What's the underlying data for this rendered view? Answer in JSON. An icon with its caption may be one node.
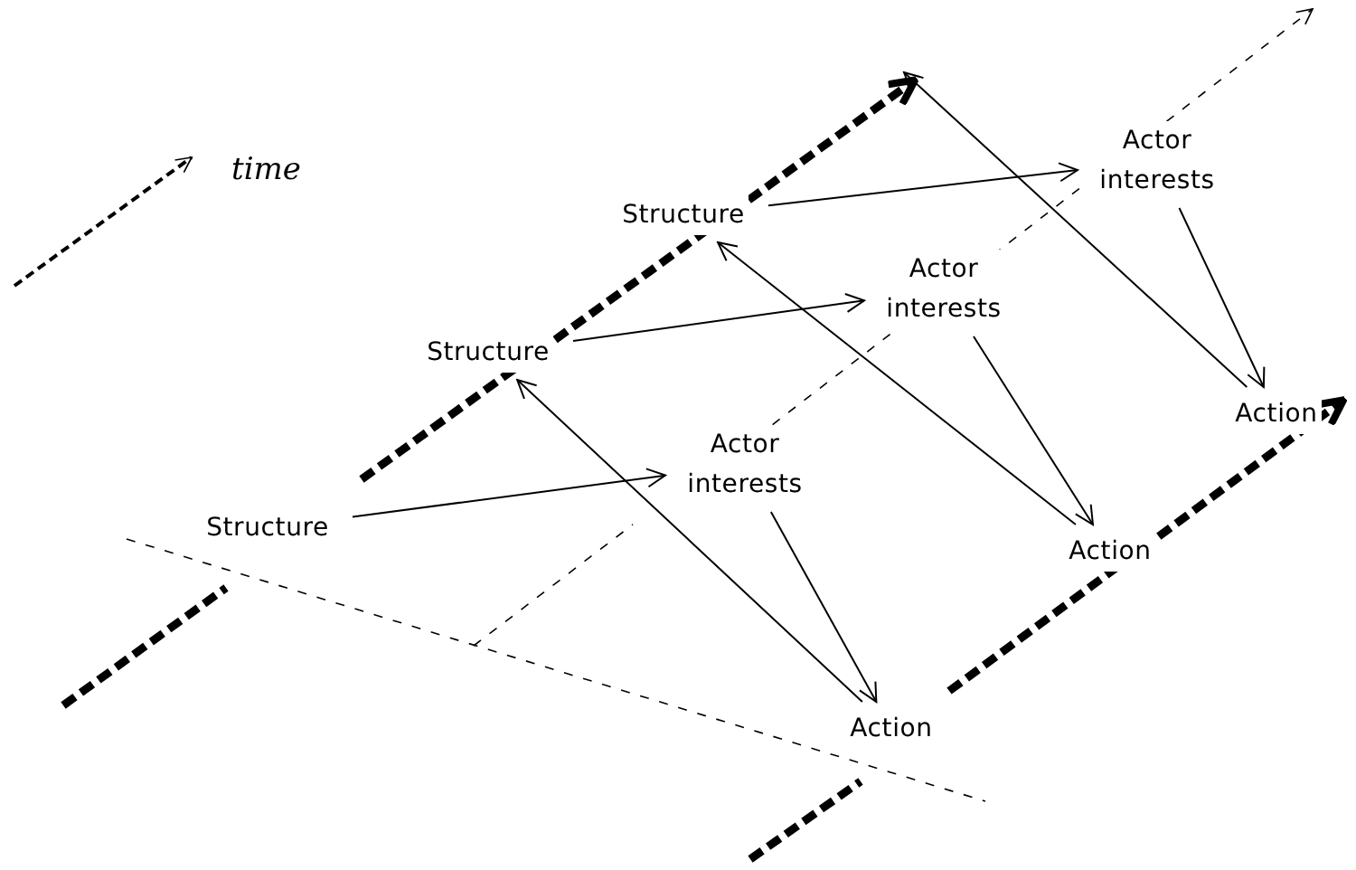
{
  "diagram": {
    "nodes": [
      {
        "text": [
          "Structure"
        ]
      },
      {
        "text": [
          "Actor interests"
        ]
      },
      {
        "text": [
          "Structure"
        ]
      },
      {
        "text": [
          "Actor interests"
        ]
      },
      {
        "text": [
          "Action"
        ]
      },
      {
        "text": [
          "Actor interests"
        ]
      },
      {
        "text": [
          "Structure"
        ]
      },
      {
        "text": [
          "Action"
        ]
      },
      {
        "text": [
          "Action"
        ]
      }
    ],
    "edges": [
      {
        "from": 0,
        "to": 1,
        "arrow": "to"
      },
      {
        "from": 1,
        "to": 4,
        "arrow": "to"
      },
      {
        "from": 4,
        "to": null,
        "arrow": "to"
      },
      {
        "from": 2,
        "to": 3,
        "arrow": "to"
      },
      {
        "from": 3,
        "to": 7,
        "arrow": "to"
      },
      {
        "from": 7,
        "to": 0,
        "arrow": "to"
      },
      {
        "from": 6,
        "to": 5,
        "arrow": "to"
      },
      {
        "from": 5,
        "to": 8,
        "arrow": "to"
      },
      {
        "from": 8,
        "to": 2,
        "arrow": "to"
      }
    ],
    "labels": [
      "time"
    ]
  }
}
